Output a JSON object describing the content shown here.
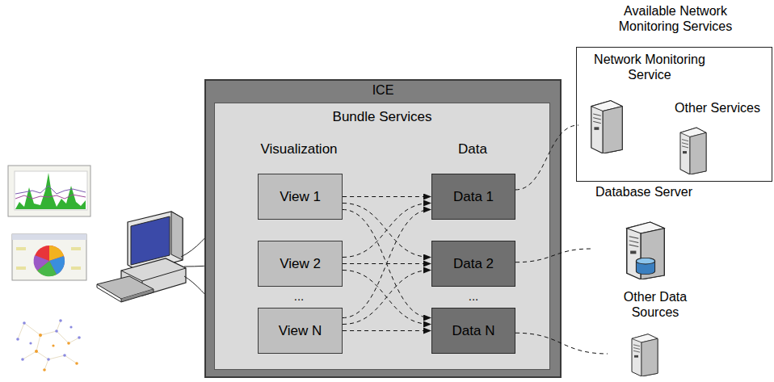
{
  "diagram": {
    "nodes": [
      {
        "text": [
          "ICE"
        ]
      },
      {
        "text": [
          "Bundle Services"
        ],
        "in": 0
      },
      {
        "text": [
          "View 1"
        ],
        "in": 1
      },
      {
        "text": [
          "View 2"
        ],
        "in": 1
      },
      {
        "text": [
          "View N"
        ],
        "in": 1
      },
      {
        "text": [
          "Data 1"
        ],
        "in": 1
      },
      {
        "text": [
          "Data 2"
        ],
        "in": 1
      },
      {
        "text": [
          "Data N"
        ],
        "in": 1
      },
      {
        "text": [
          "Available Network Monitoring Services"
        ]
      },
      {
        "text": [
          "Network Monitoring Service"
        ],
        "in": 8
      },
      {
        "text": [
          "Other Services"
        ],
        "in": 8
      },
      {
        "text": [
          "Database Server"
        ]
      },
      {
        "text": [
          "Other Data Sources"
        ]
      }
    ],
    "edges": [
      {
        "from": 2,
        "to": 5,
        "arrow": "to"
      },
      {
        "from": 2,
        "to": 6,
        "arrow": "to"
      },
      {
        "from": 2,
        "to": 7,
        "arrow": "to"
      },
      {
        "from": 3,
        "to": 5,
        "arrow": "to"
      },
      {
        "from": 3,
        "to": 6,
        "arrow": "to"
      },
      {
        "from": 3,
        "to": 7,
        "arrow": "to"
      },
      {
        "from": 4,
        "to": 5,
        "arrow": "to"
      },
      {
        "from": 4,
        "to": 6,
        "arrow": "to"
      },
      {
        "from": 4,
        "to": 7,
        "arrow": "to"
      },
      {
        "from": 5,
        "to": 9,
        "arrow": "none"
      },
      {
        "from": 6,
        "to": 11,
        "arrow": "none"
      },
      {
        "from": 7,
        "to": 12,
        "arrow": "none"
      }
    ],
    "labels": [
      "Visualization",
      "Data",
      "...",
      "..."
    ]
  }
}
